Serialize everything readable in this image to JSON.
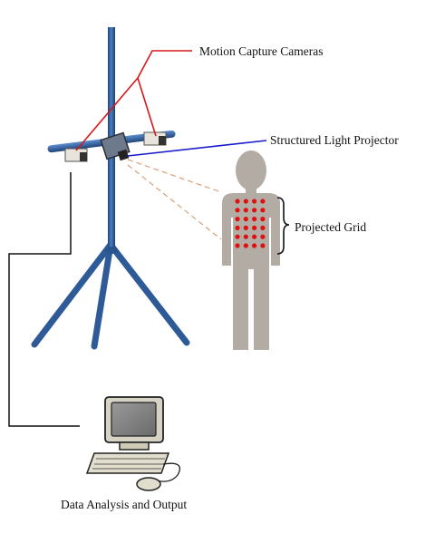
{
  "labels": {
    "cameras": "Motion Capture Cameras",
    "projector": "Structured Light Projector",
    "grid": "Projected Grid",
    "computer": "Data Analysis and Output"
  },
  "grid": {
    "rows": 6,
    "cols": 4,
    "dot_color": "#e01010"
  },
  "colors": {
    "tripod": "#2e5b98",
    "camera_leader": "#d81818",
    "projector_leader": "#1a1acc",
    "cable": "#111111",
    "figure": "#b2aca5",
    "beam": "#d9a27a"
  },
  "icons": {
    "cameras": "camera-icon",
    "projector": "projector-icon",
    "computer": "computer-icon",
    "person": "person-silhouette-icon"
  }
}
